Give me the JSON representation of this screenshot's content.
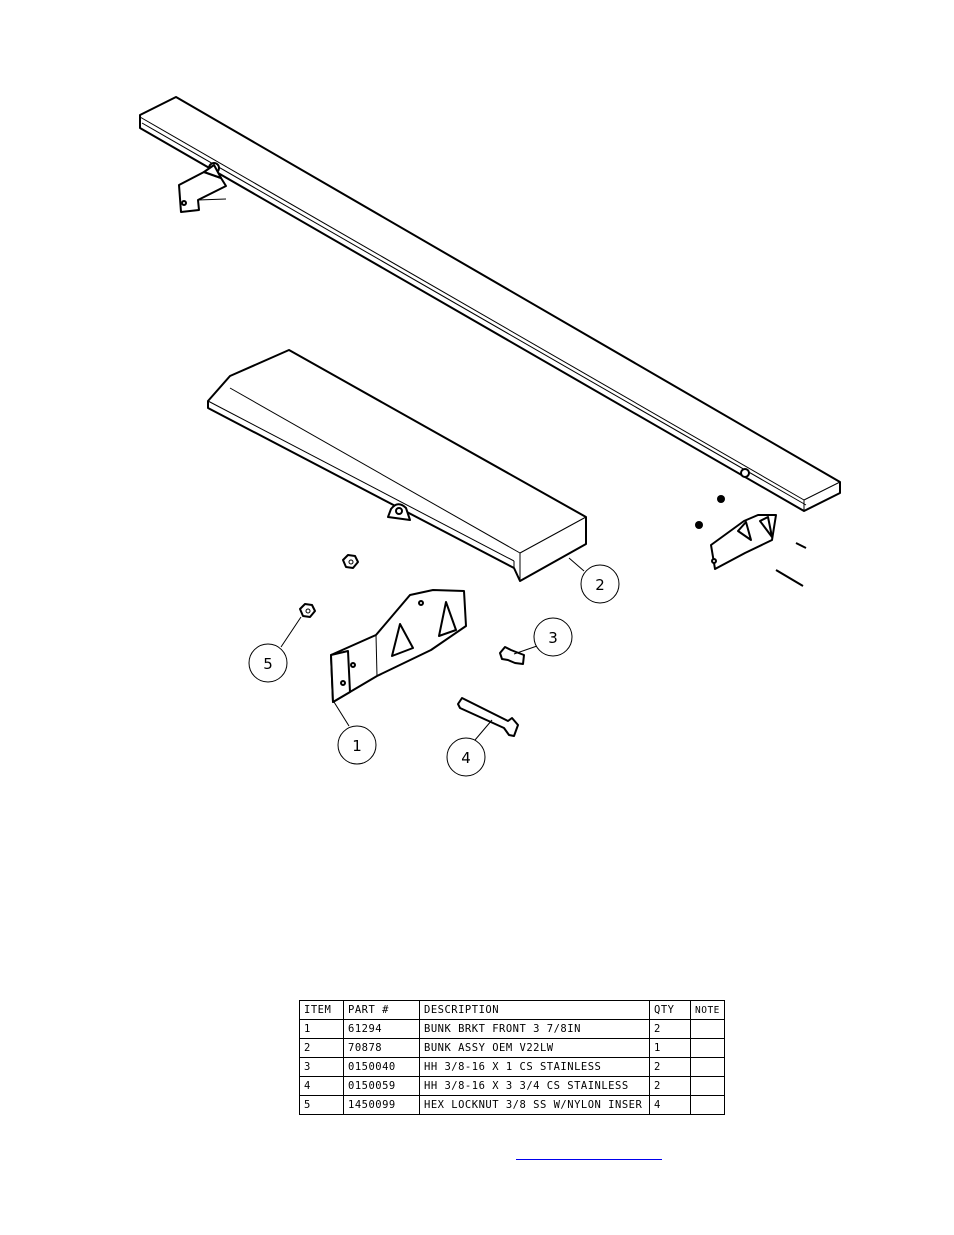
{
  "balloons": [
    {
      "label": "1"
    },
    {
      "label": "2"
    },
    {
      "label": "3"
    },
    {
      "label": "4"
    },
    {
      "label": "5"
    }
  ],
  "bom": {
    "headers": [
      "ITEM",
      "PART #",
      "DESCRIPTION",
      "QTY",
      "NOTE"
    ],
    "rows": [
      {
        "item": "1",
        "part": "61294",
        "description": "BUNK BRKT FRONT 3 7/8IN",
        "qty": "2",
        "note": ""
      },
      {
        "item": "2",
        "part": "70878",
        "description": "BUNK ASSY OEM V22LW",
        "qty": "1",
        "note": ""
      },
      {
        "item": "3",
        "part": "0150040",
        "description": "HH 3/8-16 X 1 CS STAINLESS",
        "qty": "2",
        "note": ""
      },
      {
        "item": "4",
        "part": "0150059",
        "description": "HH 3/8-16 X 3 3/4 CS STAINLESS",
        "qty": "2",
        "note": ""
      },
      {
        "item": "5",
        "part": "1450099",
        "description": "HEX LOCKNUT 3/8 SS W/NYLON INSER",
        "qty": "4",
        "note": ""
      }
    ]
  },
  "colors": {
    "line": "#000000",
    "link": "#0000ee"
  }
}
